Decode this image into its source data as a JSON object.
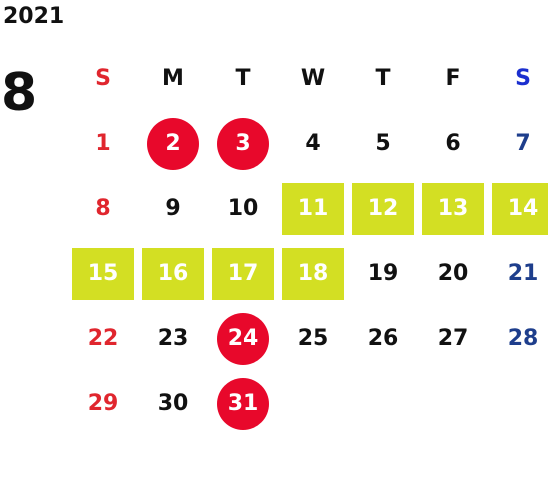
{
  "calendar": {
    "year": "2021",
    "month": "8",
    "weekdays": [
      "S",
      "M",
      "T",
      "W",
      "T",
      "F",
      "S"
    ],
    "colors": {
      "sunday": "#e0262e",
      "saturday": "#1e3e8c",
      "holiday_circle": "#e8082b",
      "highlight_box": "#d3df23"
    },
    "weeks": [
      [
        {
          "day": "1",
          "style": "sun"
        },
        {
          "day": "2",
          "style": "holiday"
        },
        {
          "day": "3",
          "style": "holiday"
        },
        {
          "day": "4",
          "style": "normal"
        },
        {
          "day": "5",
          "style": "normal"
        },
        {
          "day": "6",
          "style": "normal"
        },
        {
          "day": "7",
          "style": "sat"
        }
      ],
      [
        {
          "day": "8",
          "style": "sun"
        },
        {
          "day": "9",
          "style": "normal"
        },
        {
          "day": "10",
          "style": "normal"
        },
        {
          "day": "11",
          "style": "highlight"
        },
        {
          "day": "12",
          "style": "highlight"
        },
        {
          "day": "13",
          "style": "highlight"
        },
        {
          "day": "14",
          "style": "highlight"
        }
      ],
      [
        {
          "day": "15",
          "style": "highlight"
        },
        {
          "day": "16",
          "style": "highlight"
        },
        {
          "day": "17",
          "style": "highlight"
        },
        {
          "day": "18",
          "style": "highlight"
        },
        {
          "day": "19",
          "style": "normal"
        },
        {
          "day": "20",
          "style": "normal"
        },
        {
          "day": "21",
          "style": "sat"
        }
      ],
      [
        {
          "day": "22",
          "style": "sun"
        },
        {
          "day": "23",
          "style": "normal"
        },
        {
          "day": "24",
          "style": "holiday"
        },
        {
          "day": "25",
          "style": "normal"
        },
        {
          "day": "26",
          "style": "normal"
        },
        {
          "day": "27",
          "style": "normal"
        },
        {
          "day": "28",
          "style": "sat"
        }
      ],
      [
        {
          "day": "29",
          "style": "sun"
        },
        {
          "day": "30",
          "style": "normal"
        },
        {
          "day": "31",
          "style": "holiday"
        }
      ]
    ]
  }
}
